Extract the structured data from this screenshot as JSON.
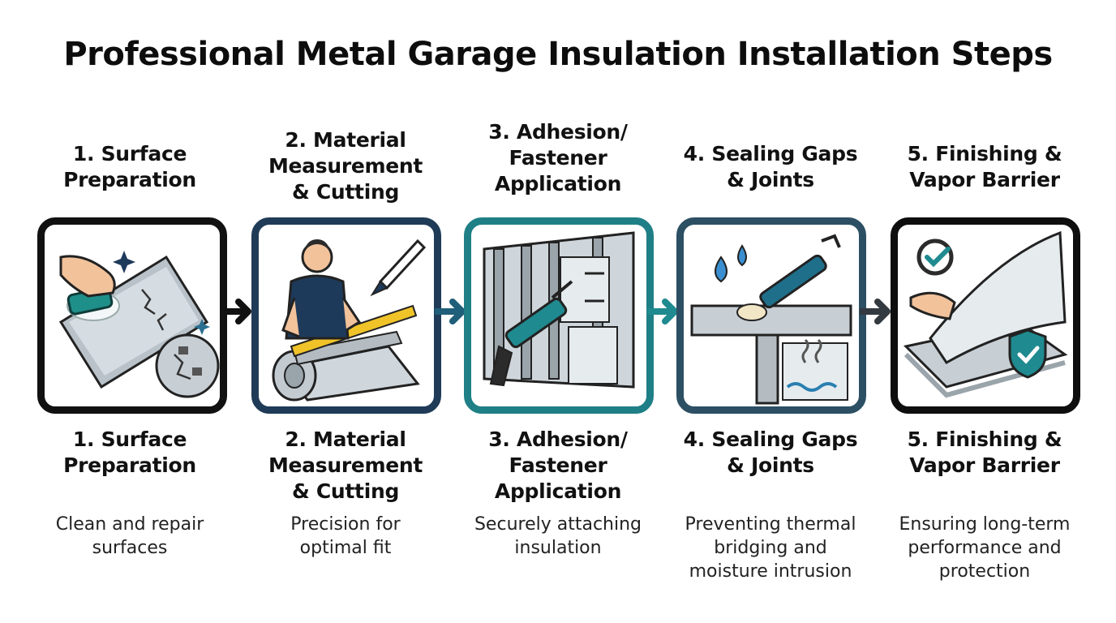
{
  "title": "Professional Metal Garage Insulation Installation Steps",
  "colors": {
    "frame_1": "#111111",
    "frame_2": "#1f3b57",
    "frame_3": "#1f7f86",
    "frame_4": "#2c4f63",
    "frame_5": "#0e0e0e",
    "arrow_1": "#111111",
    "arrow_2": "#1f5f7a",
    "arrow_3": "#1f8a8f",
    "arrow_4": "#333a40"
  },
  "steps": [
    {
      "heading_top": [
        "1. Surface",
        "Preparation"
      ],
      "heading_bottom": [
        "1. Surface",
        "Preparation"
      ],
      "description": [
        "Clean and repair",
        "surfaces"
      ],
      "icon": "scrubbing-sponge-icon"
    },
    {
      "heading_top": [
        "2. Material",
        "Measurement",
        "& Cutting"
      ],
      "heading_bottom": [
        "2. Material",
        "Measurement",
        "& Cutting"
      ],
      "description": [
        "Precision for",
        "optimal fit"
      ],
      "icon": "measuring-tape-roll-icon"
    },
    {
      "heading_top": [
        "3. Adhesion/",
        "Fastener",
        "Application"
      ],
      "heading_bottom": [
        "3. Adhesion/",
        "Fastener",
        "Application"
      ],
      "description": [
        "Securely attaching",
        "insulation"
      ],
      "icon": "caulk-gun-panel-icon"
    },
    {
      "heading_top": [
        "4. Sealing Gaps",
        "& Joints"
      ],
      "heading_bottom": [
        "4. Sealing Gaps",
        "& Joints"
      ],
      "description": [
        "Preventing thermal",
        "bridging and",
        "moisture intrusion"
      ],
      "icon": "sealant-gun-water-icon"
    },
    {
      "heading_top": [
        "5. Finishing &",
        "Vapor Barrier"
      ],
      "heading_bottom": [
        "5. Finishing &",
        "Vapor Barrier"
      ],
      "description": [
        "Ensuring long-term",
        "performance and",
        "protection"
      ],
      "icon": "vapor-barrier-shield-icon"
    }
  ]
}
